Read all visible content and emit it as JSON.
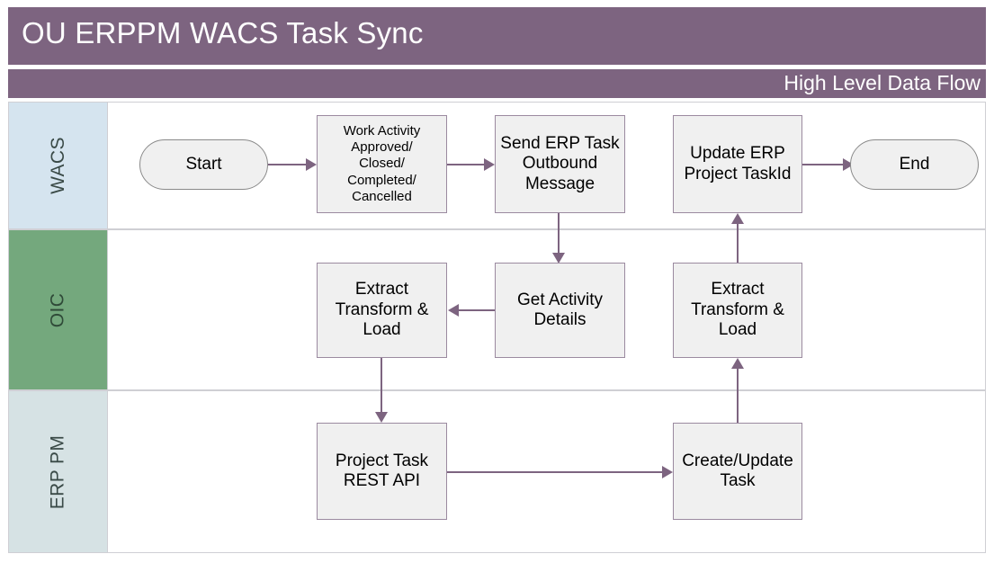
{
  "header": {
    "title": "OU ERPPM WACS Task Sync",
    "subtitle": "High Level Data Flow",
    "band_color": "#7d6480"
  },
  "lanes": [
    {
      "id": "wacs",
      "label": "WACS",
      "header_color": "#d5e4ef"
    },
    {
      "id": "oic",
      "label": "OIC",
      "header_color": "#74a87d"
    },
    {
      "id": "erppm",
      "label": "ERP PM",
      "header_color": "#d6e2e4"
    }
  ],
  "nodes": {
    "start": {
      "label": "Start",
      "lane": "wacs",
      "shape": "terminator"
    },
    "work_activity": {
      "label": "Work Activity Approved/ Closed/ Completed/ Cancelled",
      "lane": "wacs",
      "shape": "process"
    },
    "send_erp": {
      "label": "Send ERP Task Outbound Message",
      "lane": "wacs",
      "shape": "process"
    },
    "update_erp": {
      "label": "Update ERP Project TaskId",
      "lane": "wacs",
      "shape": "process"
    },
    "end": {
      "label": "End",
      "lane": "wacs",
      "shape": "terminator"
    },
    "etl_left": {
      "label": "Extract Transform & Load",
      "lane": "oic",
      "shape": "process"
    },
    "get_activity": {
      "label": "Get Activity Details",
      "lane": "oic",
      "shape": "process"
    },
    "etl_right": {
      "label": "Extract Transform & Load",
      "lane": "oic",
      "shape": "process"
    },
    "project_task_api": {
      "label": "Project Task REST API",
      "lane": "erppm",
      "shape": "process"
    },
    "create_update": {
      "label": "Create/Update Task",
      "lane": "erppm",
      "shape": "process"
    }
  },
  "node_lines": {
    "work_activity": [
      "Work Activity",
      "Approved/",
      "Closed/",
      "Completed/",
      "Cancelled"
    ],
    "send_erp": [
      "Send ERP Task",
      "Outbound",
      "Message"
    ],
    "update_erp": [
      "Update ERP",
      "Project TaskId"
    ],
    "etl_left": [
      "Extract",
      "Transform &",
      "Load"
    ],
    "get_activity": [
      "Get Activity",
      "Details"
    ],
    "etl_right": [
      "Extract",
      "Transform &",
      "Load"
    ],
    "project_task_api": [
      "Project Task",
      "REST API"
    ],
    "create_update": [
      "Create/Update",
      "Task"
    ]
  },
  "edges": [
    {
      "from": "start",
      "to": "work_activity",
      "direction": "right"
    },
    {
      "from": "work_activity",
      "to": "send_erp",
      "direction": "right"
    },
    {
      "from": "send_erp",
      "to": "get_activity",
      "direction": "down"
    },
    {
      "from": "get_activity",
      "to": "etl_left",
      "direction": "left"
    },
    {
      "from": "etl_left",
      "to": "project_task_api",
      "direction": "down"
    },
    {
      "from": "project_task_api",
      "to": "create_update",
      "direction": "right"
    },
    {
      "from": "create_update",
      "to": "etl_right",
      "direction": "up"
    },
    {
      "from": "etl_right",
      "to": "update_erp",
      "direction": "up"
    },
    {
      "from": "update_erp",
      "to": "end",
      "direction": "right"
    }
  ],
  "colors": {
    "accent": "#7d6480",
    "node_fill": "#f0f0f0",
    "node_border": "#9b8aa0",
    "lane_border": "#cfcfd4"
  }
}
